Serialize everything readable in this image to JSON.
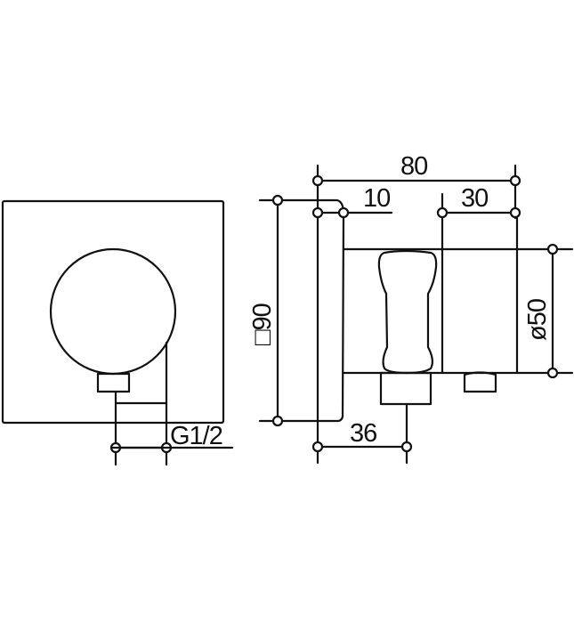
{
  "drawing": {
    "front_view": {
      "thread_label": "G1/2"
    },
    "side_view": {
      "dimensions": {
        "overall_depth": "80",
        "plate_thickness": "10",
        "outlet_length": "30",
        "outlet_offset": "36",
        "plate_size": "□90",
        "body_diameter": "ø50"
      }
    },
    "line_color": "#111111"
  }
}
